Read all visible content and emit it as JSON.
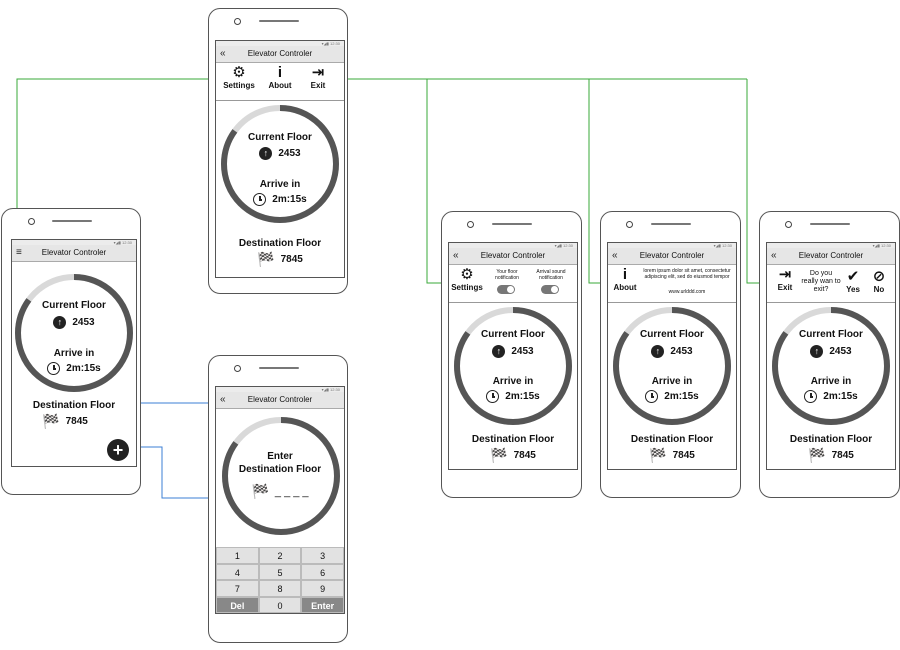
{
  "app": {
    "title": "Elevator Controler",
    "back_icon": "«",
    "menu_icon": "≡"
  },
  "status": {
    "current_floor_label": "Current Floor",
    "current_floor_value": "2453",
    "arrive_label": "Arrive in",
    "arrive_value": "2m:15s",
    "destination_label": "Destination Floor",
    "destination_value": "7845",
    "progress": 0.85
  },
  "menu": {
    "settings": "Settings",
    "about": "About",
    "exit": "Exit"
  },
  "settings": {
    "floor_notification": "Your floor notification",
    "arrival_sound": "Arrival sound notification"
  },
  "about": {
    "text": "lorem ipsum dolor sit amet, consectetur adipiscing elit, sed do eiusmod tempor",
    "url": "www.urlddd.com"
  },
  "exit_dialog": {
    "question": "Do you really wan to exit?",
    "yes": "Yes",
    "no": "No"
  },
  "entry": {
    "prompt_line1": "Enter",
    "prompt_line2": "Destination Floor",
    "placeholder": "_ _ _ _"
  },
  "keypad": [
    "1",
    "2",
    "3",
    "4",
    "5",
    "6",
    "7",
    "8",
    "9",
    "Del",
    "0",
    "Enter"
  ],
  "colors": {
    "link_green": "#3aa83a",
    "link_blue": "#3b7fd6",
    "ring_dark": "#555555",
    "ring_light": "#d9d9d9"
  }
}
